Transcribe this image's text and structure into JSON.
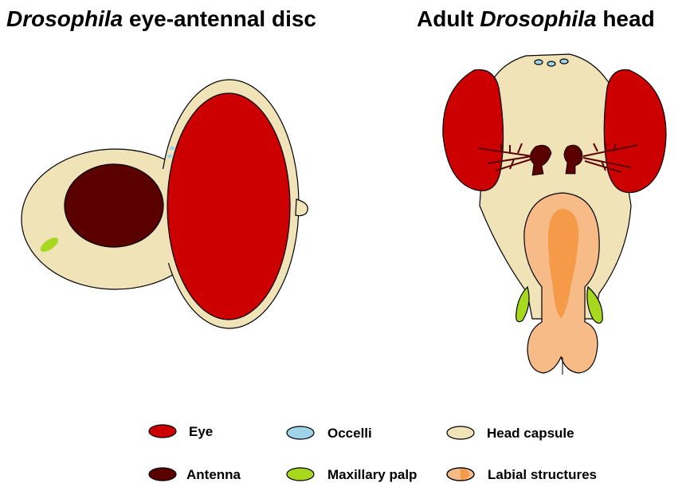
{
  "titles": {
    "left": {
      "italic": "Drosophila",
      "rest": " eye-antennal disc"
    },
    "right": {
      "prefix": "Adult ",
      "italic": "Drosophila",
      "suffix": " head"
    }
  },
  "colors": {
    "eye": "#cc0000",
    "antenna": "#5b0000",
    "occelli": "#9fd3ea",
    "head_capsule": "#f0e3b8",
    "maxillary_palp": "#a8d81e",
    "labial_light": "#f7bb88",
    "labial_dark": "#f59a48"
  },
  "legend": [
    {
      "key": "eye",
      "label": "Eye"
    },
    {
      "key": "occelli",
      "label": "Occelli"
    },
    {
      "key": "head_capsule",
      "label": "Head capsule"
    },
    {
      "key": "antenna",
      "label": "Antenna"
    },
    {
      "key": "maxillary_palp",
      "label": "Maxillary palp"
    },
    {
      "key": "labial",
      "label": "Labial structures"
    }
  ]
}
